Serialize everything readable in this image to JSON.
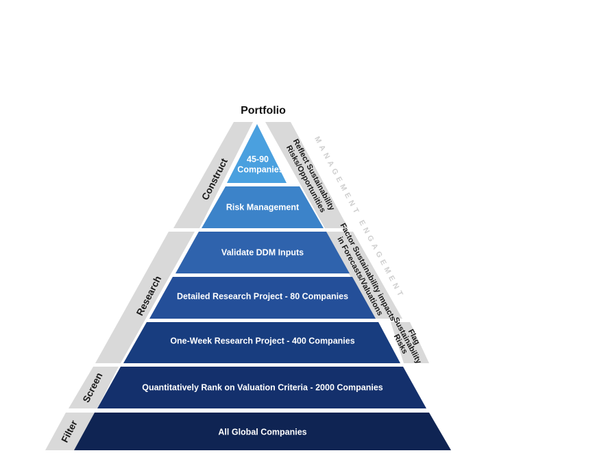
{
  "title": "Portfolio",
  "side_labels": {
    "construct": "Construct",
    "research": "Research",
    "screen": "Screen",
    "filter": "Filter"
  },
  "levels": {
    "portfolio": {
      "line1": "45-90",
      "line2": "Companies",
      "color": "#4aa0df"
    },
    "risk": {
      "label": "Risk Management",
      "color": "#3c83c9"
    },
    "validate": {
      "label": "Validate DDM Inputs",
      "color": "#2f63ad"
    },
    "detailed": {
      "label": "Detailed Research Project - 80 Companies",
      "color": "#244f99"
    },
    "oneweek": {
      "label": "One-Week Research Project - 400 Companies",
      "color": "#183d7f"
    },
    "quant": {
      "label": "Quantitatively Rank on Valuation Criteria - 2000 Companies",
      "color": "#14306c"
    },
    "global": {
      "label": "All Global Companies",
      "color": "#0f2453"
    }
  },
  "right_labels": {
    "reflect": {
      "line1": "Reflect Sustainability",
      "line2": "Risks/Opportunities"
    },
    "factor": {
      "line1": "Factor Sustainability impacts",
      "line2": "in Forecasts/Valuations"
    },
    "flag": {
      "line1": "Flag",
      "line2": "Sustainability",
      "line3": "Risks"
    }
  },
  "management_engagement": "MANAGEMENT ENGAGEMENT",
  "colors": {
    "band_gray": "#d9d9d9",
    "label_text": "#1a1a1a"
  }
}
